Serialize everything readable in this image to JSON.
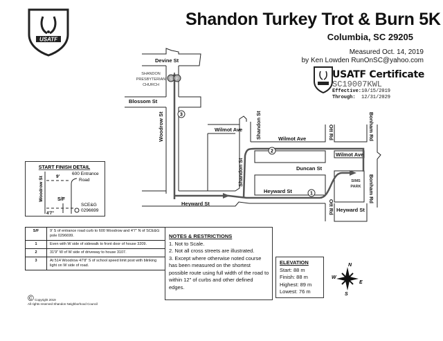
{
  "header": {
    "title": "Shandon Turkey Trot & Burn 5K",
    "location": "Columbia, SC   29205",
    "measured": "Measured Oct. 14, 2019",
    "measured_by": "by Ken Lowden RunOnSC@yahoo.com",
    "logo_text": "USATF"
  },
  "certificate": {
    "heading": "USATF Certificate",
    "id": "SC19007KWL",
    "effective_label": "Effective:",
    "effective": "10/15/2019",
    "through_label": "Through:",
    "through": "12/31/2029"
  },
  "map": {
    "streets": {
      "devine": "Devine St",
      "blossom": "Blossom St",
      "woodrow": "Woodrow St",
      "heyward": "Heyward St",
      "wilmot": "Wilmot Ave",
      "shandon": "Shandon St",
      "duncan": "Duncan St",
      "ott": "Ott Rd",
      "bonham": "Bonham Rd"
    },
    "church": [
      "SHANDON",
      "PRESBYTERIAN",
      "CHURCH"
    ],
    "park": [
      "SIMS",
      "PARK"
    ],
    "start_marker": "S",
    "finish_marker": "F",
    "markers": [
      "1",
      "2",
      "3"
    ]
  },
  "detail": {
    "title": "START FINISH DETAIL",
    "street": "Woodrow St",
    "dist1": "9'",
    "entrance": [
      "600 Entrance",
      "Road"
    ],
    "sf": "S/F",
    "dist2": "4'7\"",
    "pole": [
      "SCE&G",
      "0296699"
    ]
  },
  "points": [
    {
      "key": "S/F",
      "text": "9' S of entrance road curb to 600 Woodrow and 4'7\" N of SCE&G pole 0296699."
    },
    {
      "key": "1",
      "text": "Even with W side of sidewalk to front door of house 3209."
    },
    {
      "key": "2",
      "text": "31'9\" W of W side of driveway to house 3107."
    },
    {
      "key": "3",
      "text": "At 514 Woodrow 47'8\" S of school speed limit post with blinking light on W side of road."
    }
  ],
  "notes": {
    "heading": "NOTES & RESTRICTIONS",
    "items": [
      "1. Not to Scale.",
      "2. Not all cross streets are illustrated.",
      "3. Except where otherwise noted course has been measured on the shortest possible route using full width of the road to within 12\" of curbs and other defined edges."
    ]
  },
  "elevation": {
    "heading": "ELEVATION",
    "start": "Start:  88 m",
    "finish": "Finish:  88 m",
    "highest": "Highest: 89 m",
    "lowest": "Lowest:  76 m"
  },
  "compass": {
    "n": "N",
    "s": "S",
    "e": "E",
    "w": "W"
  },
  "copyright": {
    "symbol": "©",
    "line1": "Copyright 2019",
    "line2": "All rights reserved Shandon Neighborhood Council"
  }
}
